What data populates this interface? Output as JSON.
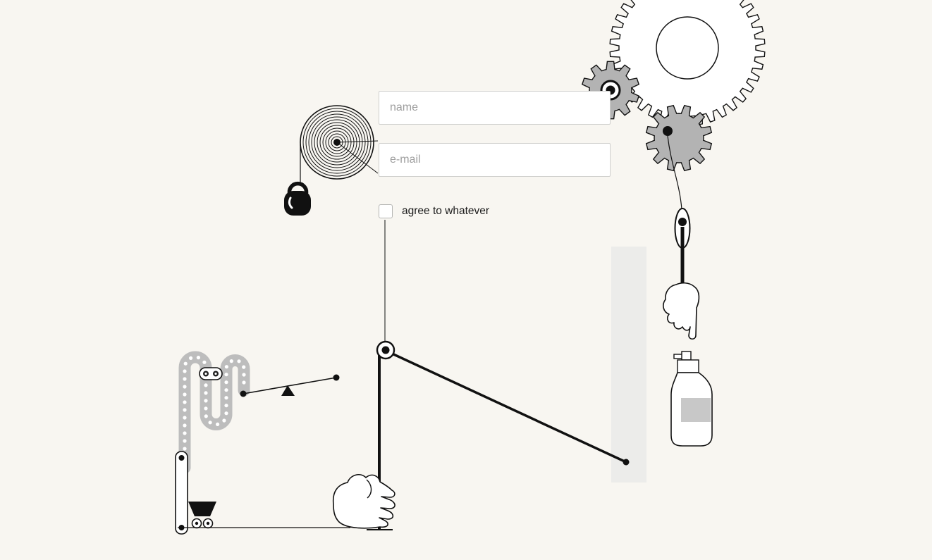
{
  "form": {
    "name_placeholder": "name",
    "email_placeholder": "e-mail",
    "agree_label": "agree to whatever",
    "agree_checked": false,
    "name_value": "",
    "email_value": ""
  },
  "colors": {
    "background": "#f8f6f1",
    "border": "#cfcfcd",
    "placeholder": "#9e9e9e",
    "gear_gray": "#b3b3b3",
    "chain_gray": "#bdbdbd",
    "band_gray": "#ececea",
    "bottle_label_gray": "#c8c8c8",
    "ink": "#111111"
  },
  "machine": {
    "parts": [
      "large-gear-icon",
      "small-gear-icon",
      "crank-gear-icon",
      "crank-string",
      "carabiner-link-icon",
      "pointing-hand-icon",
      "spray-bottle-icon",
      "gray-band",
      "spiral-pulley-icon",
      "kettlebell-weight-icon",
      "checkbox-string",
      "pulley-wheel-icon",
      "diagonal-lever-rod",
      "vertical-rod",
      "gripping-hand-icon",
      "chain-loop-icon",
      "chain-link-icon",
      "seesaw-lever-icon",
      "fulcrum-icon",
      "linkage-bar-icon",
      "mine-cart-icon",
      "ground-line"
    ]
  }
}
